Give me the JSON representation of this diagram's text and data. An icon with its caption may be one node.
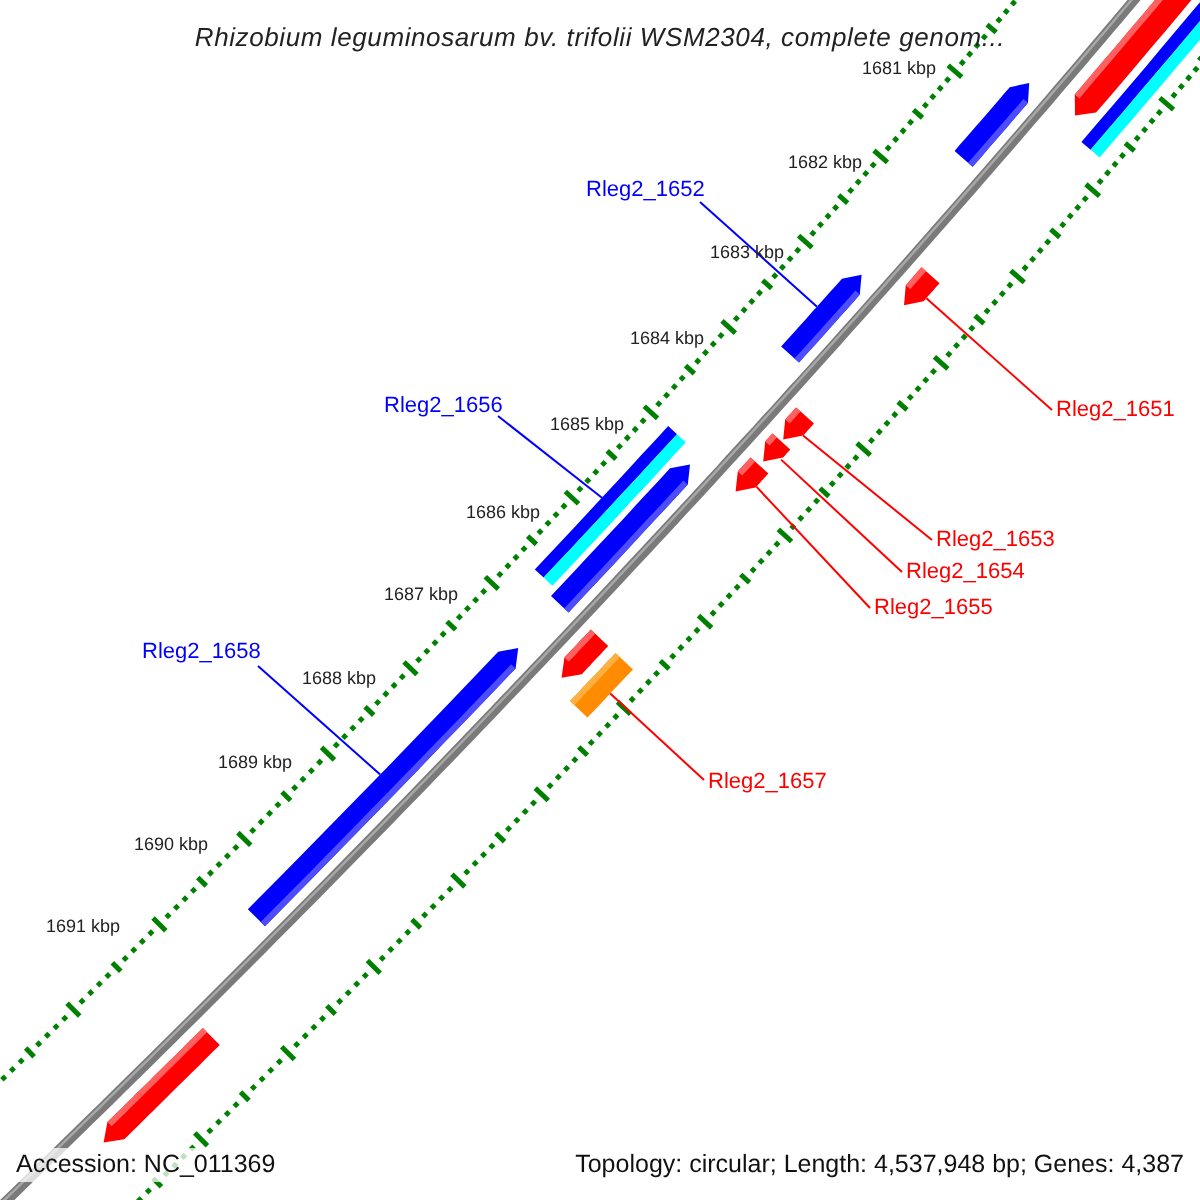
{
  "diagram": {
    "title": "Rhizobium leguminosarum bv. trifolii WSM2304, complete genom...",
    "nodes": [
      {
        "text": [],
        "shape": "box"
      },
      {
        "text": [],
        "shape": "bar"
      },
      {
        "text": [],
        "shape": "box"
      },
      {
        "text": [
          "Rleg2_1652"
        ]
      },
      {
        "text": [],
        "shape": "box"
      },
      {
        "text": [],
        "shape": "box"
      },
      {
        "text": [
          "Rleg2_1651"
        ]
      },
      {
        "text": [
          "Rleg2_1656"
        ]
      },
      {
        "text": [],
        "shape": "bar"
      },
      {
        "text": [],
        "shape": "box"
      },
      {
        "text": [],
        "shape": "box"
      },
      {
        "text": [],
        "shape": "box"
      },
      {
        "text": [],
        "shape": "box"
      },
      {
        "text": [
          "Rleg2_1653"
        ]
      },
      {
        "text": [
          "Rleg2_1654"
        ]
      },
      {
        "text": [
          "Rleg2_1655"
        ]
      },
      {
        "text": [
          "Rleg2_1658"
        ]
      },
      {
        "text": [],
        "shape": "box"
      },
      {
        "text": [],
        "shape": "bar"
      },
      {
        "text": [],
        "shape": "box"
      },
      {
        "text": [
          "Rleg2_1657"
        ]
      },
      {
        "text": [],
        "shape": "box"
      },
      {
        "text": [],
        "shape": "box"
      }
    ],
    "edges": [
      {
        "from": 3,
        "to": 4,
        "arrow": "none",
        "color": "#0000ff"
      },
      {
        "from": 6,
        "to": 5,
        "arrow": "none",
        "color": "#ff0000"
      },
      {
        "from": 7,
        "to": 8,
        "arrow": "none",
        "color": "#0000ff"
      },
      {
        "from": 13,
        "to": 10,
        "arrow": "none",
        "color": "#ff0000"
      },
      {
        "from": 14,
        "to": 11,
        "arrow": "none",
        "color": "#ff0000"
      },
      {
        "from": 15,
        "to": 12,
        "arrow": "none",
        "color": "#ff0000"
      },
      {
        "from": 16,
        "to": 19,
        "arrow": "none",
        "color": "#0000ff"
      },
      {
        "from": 20,
        "to": 18,
        "arrow": "none",
        "color": "#ff0000"
      }
    ],
    "labels": [
      "1681 kbp",
      "1682 kbp",
      "1683 kbp",
      "1684 kbp",
      "1685 kbp",
      "1686 kbp",
      "1687 kbp",
      "1688 kbp",
      "1689 kbp",
      "1690 kbp",
      "1691 kbp",
      "Accession: NC_011369",
      "Topology: circular; Length: 4,537,948 bp; Genes: 4,387"
    ]
  }
}
